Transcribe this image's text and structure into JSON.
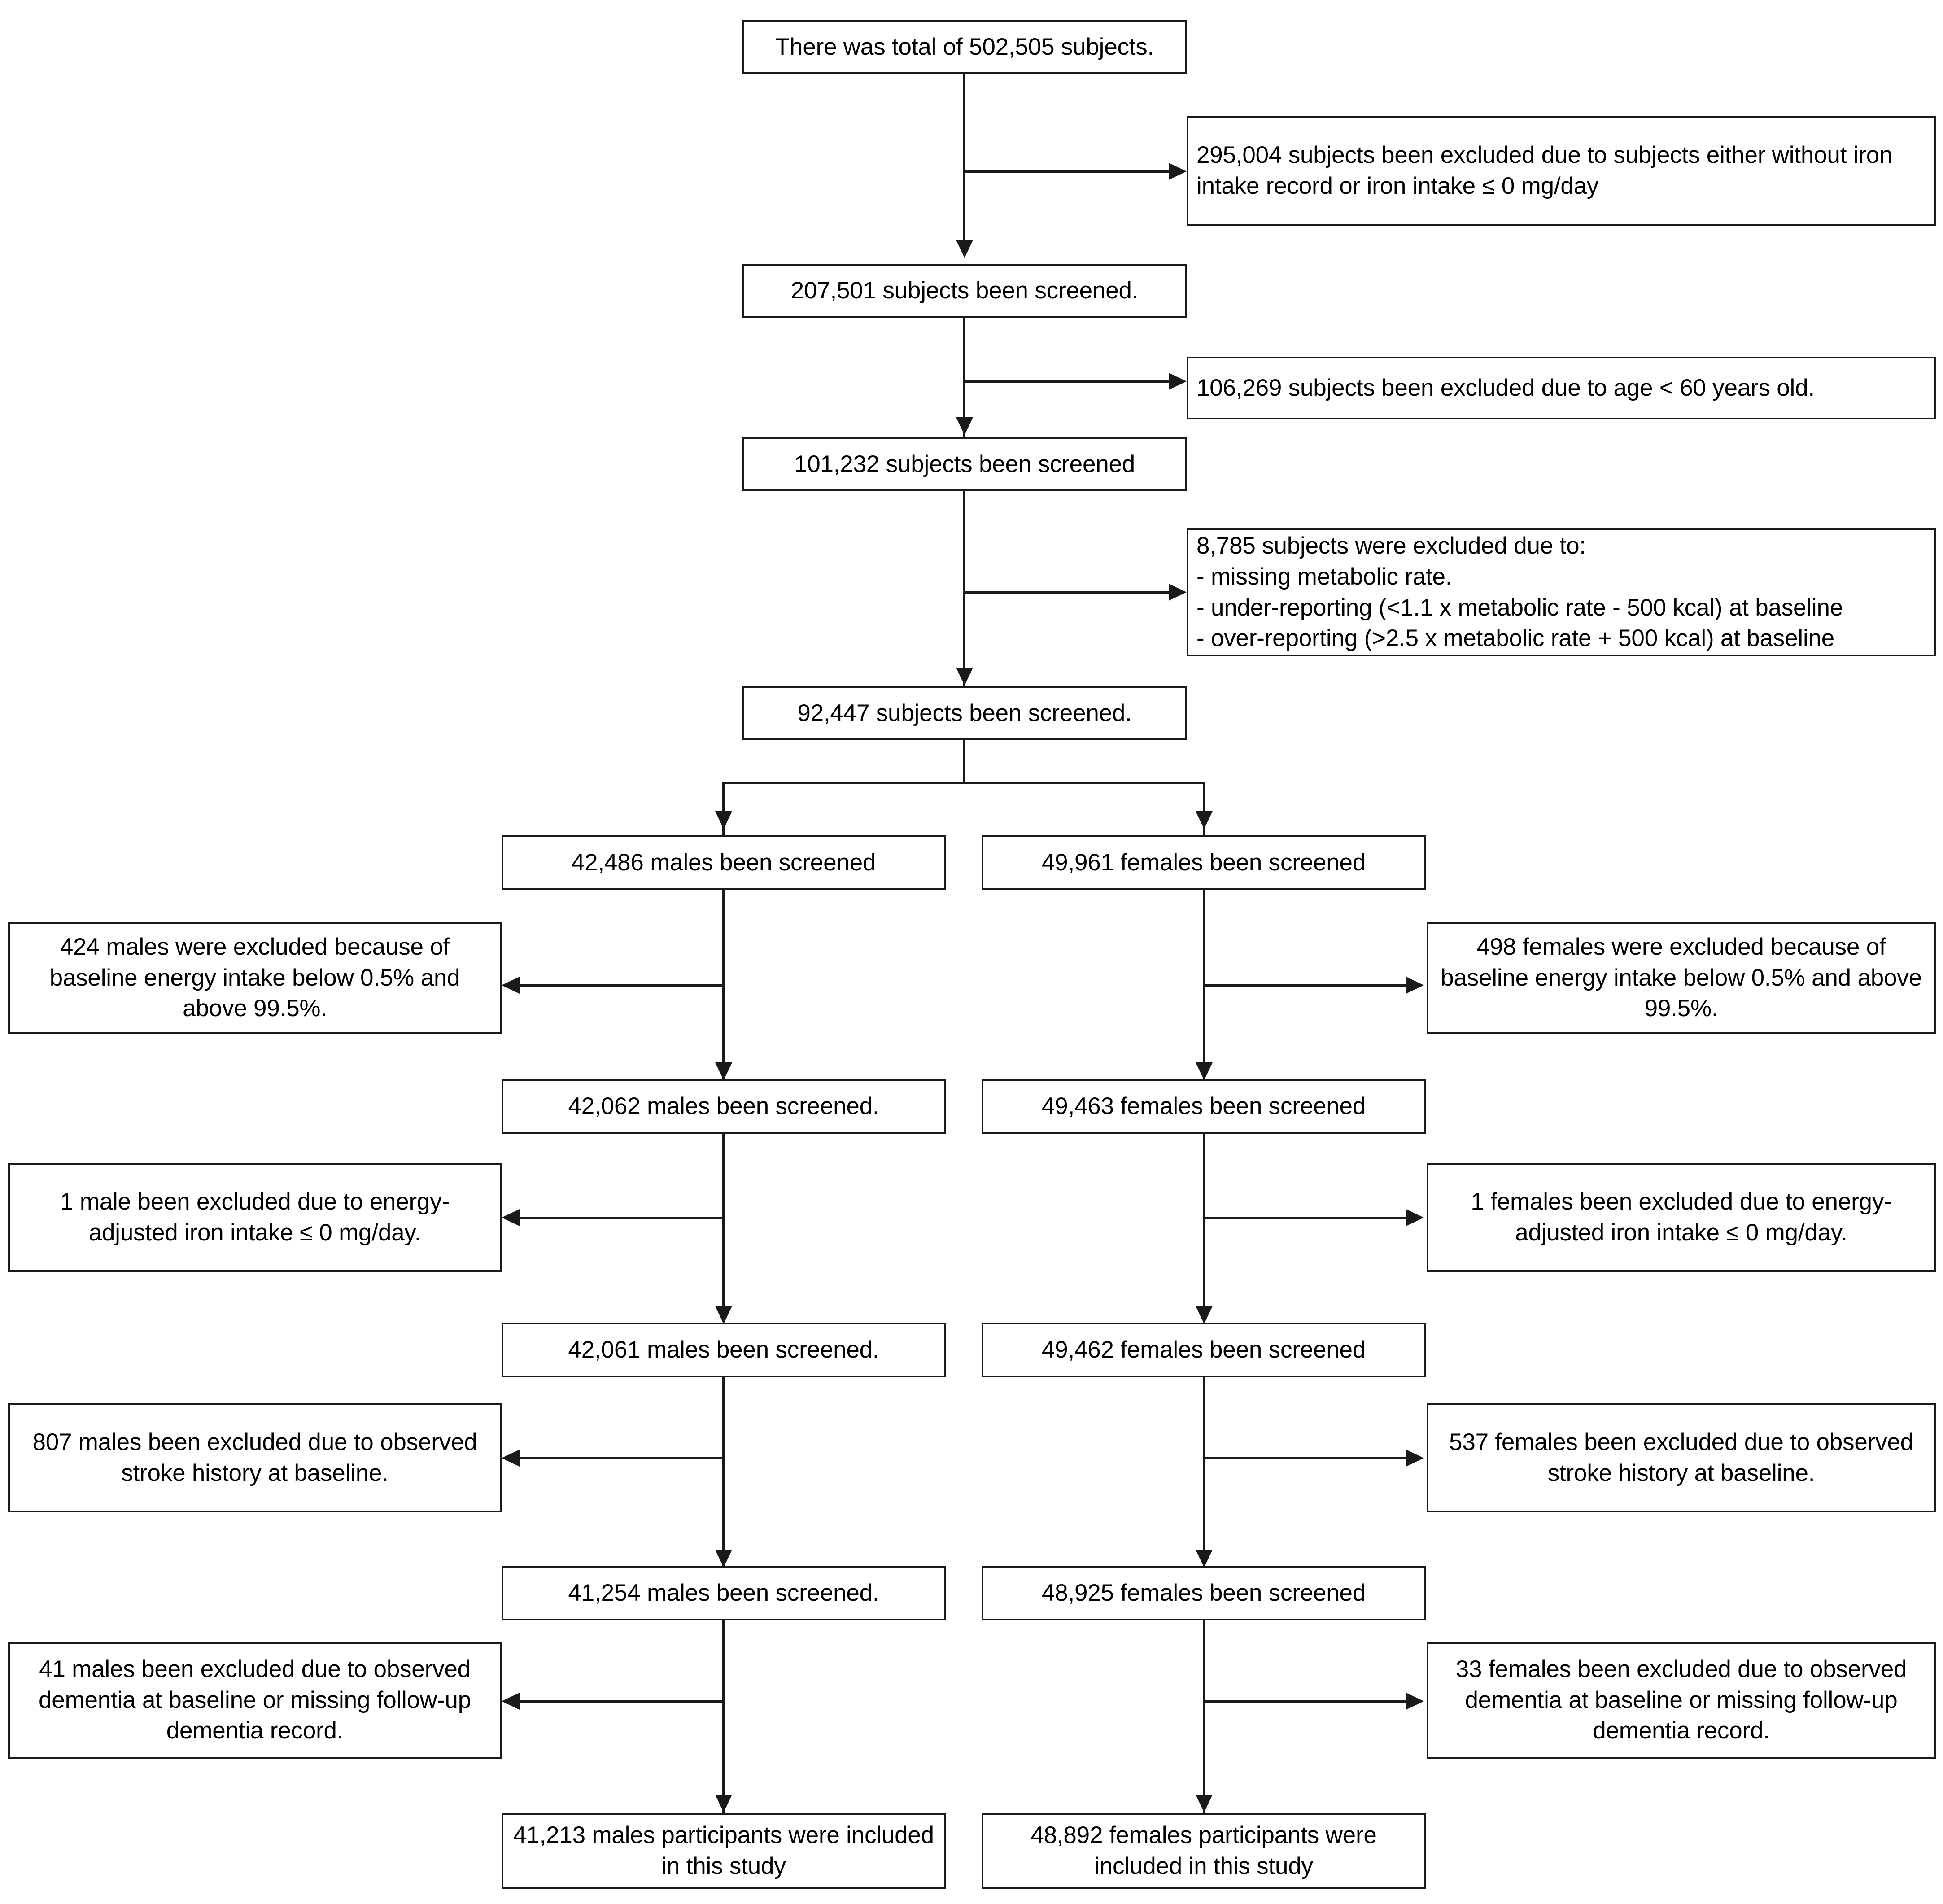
{
  "figure": {
    "type": "flowchart",
    "title": "Study participant selection flow diagram"
  },
  "nodes": {
    "total": "There was total of 502,505 subjects.",
    "screened_1": "207,501 subjects been screened.",
    "screened_2": "101,232 subjects been screened",
    "screened_3": "92,447 subjects been screened.",
    "males_1": "42,486 males been screened",
    "females_1": "49,961 females been screened",
    "males_2": "42,062 males been screened.",
    "females_2": "49,463 females been screened",
    "males_3": "42,061 males been screened.",
    "females_3": "49,462 females been screened",
    "males_4": "41,254 males been screened.",
    "females_4": "48,925 females been screened",
    "males_final": "41,213 males participants were included in this study",
    "females_final": "48,892 females participants were included in this study"
  },
  "exclusions": {
    "iron_record": "295,004 subjects been excluded due to subjects either without iron intake record or iron intake ≤ 0 mg/day",
    "age": "106,269 subjects been excluded due to age < 60 years old.",
    "metabolic": "8,785 subjects were excluded due to:\n- missing metabolic rate.\n- under-reporting (<1.1 x metabolic rate - 500 kcal) at baseline\n- over-reporting (>2.5 x metabolic rate + 500 kcal) at baseline",
    "males_energy_pct": "424 males were excluded because of baseline energy intake below 0.5% and above 99.5%.",
    "females_energy_pct": "498 females were excluded because of baseline energy intake below 0.5% and above 99.5%.",
    "males_iron_adj": "1 male been excluded due to energy-adjusted iron intake ≤ 0 mg/day.",
    "females_iron_adj": "1 females been excluded due to energy-adjusted iron intake ≤ 0 mg/day.",
    "males_stroke": "807 males been excluded due to observed stroke history at baseline.",
    "females_stroke": "537 females been excluded due to observed stroke history at baseline.",
    "males_dementia": "41 males been excluded due to observed dementia at baseline or missing follow-up dementia record.",
    "females_dementia": "33 females been excluded due to observed dementia at baseline or missing follow-up dementia record."
  },
  "chart_data": {
    "type": "flow",
    "title": "Participant selection flow",
    "steps": [
      {
        "label": "Total subjects",
        "n": 502505
      },
      {
        "label": "Excluded: no iron intake record or iron intake <= 0 mg/day",
        "n": 295004,
        "excluded": true
      },
      {
        "label": "Screened",
        "n": 207501
      },
      {
        "label": "Excluded: age < 60 years old",
        "n": 106269,
        "excluded": true
      },
      {
        "label": "Screened",
        "n": 101232
      },
      {
        "label": "Excluded: missing metabolic rate, under-reporting, over-reporting",
        "n": 8785,
        "excluded": true
      },
      {
        "label": "Screened",
        "n": 92447
      }
    ],
    "branches": [
      {
        "sex": "males",
        "steps": [
          {
            "label": "Males screened",
            "n": 42486
          },
          {
            "label": "Excluded: baseline energy intake below 0.5% and above 99.5%",
            "n": 424,
            "excluded": true
          },
          {
            "label": "Males screened",
            "n": 42062
          },
          {
            "label": "Excluded: energy-adjusted iron intake <= 0 mg/day",
            "n": 1,
            "excluded": true
          },
          {
            "label": "Males screened",
            "n": 42061
          },
          {
            "label": "Excluded: observed stroke history at baseline",
            "n": 807,
            "excluded": true
          },
          {
            "label": "Males screened",
            "n": 41254
          },
          {
            "label": "Excluded: observed dementia at baseline or missing follow-up dementia record",
            "n": 41,
            "excluded": true
          },
          {
            "label": "Males included in study",
            "n": 41213
          }
        ]
      },
      {
        "sex": "females",
        "steps": [
          {
            "label": "Females screened",
            "n": 49961
          },
          {
            "label": "Excluded: baseline energy intake below 0.5% and above 99.5%",
            "n": 498,
            "excluded": true
          },
          {
            "label": "Females screened",
            "n": 49463
          },
          {
            "label": "Excluded: energy-adjusted iron intake <= 0 mg/day",
            "n": 1,
            "excluded": true
          },
          {
            "label": "Females screened",
            "n": 49462
          },
          {
            "label": "Excluded: observed stroke history at baseline",
            "n": 537,
            "excluded": true
          },
          {
            "label": "Females screened",
            "n": 48925
          },
          {
            "label": "Excluded: observed dementia at baseline or missing follow-up dementia record",
            "n": 33,
            "excluded": true
          },
          {
            "label": "Females included in study",
            "n": 48892
          }
        ]
      }
    ]
  }
}
